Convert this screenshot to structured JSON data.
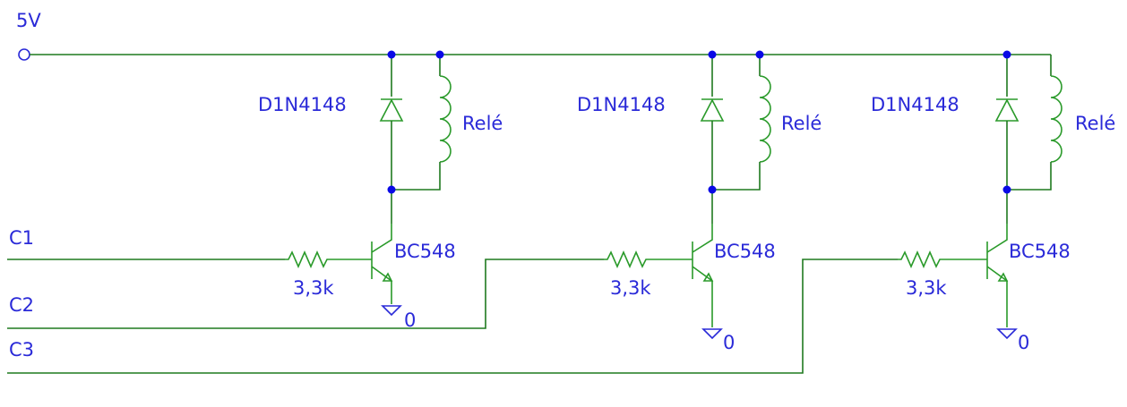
{
  "supply_label": "5V",
  "inputs": [
    {
      "label": "C1"
    },
    {
      "label": "C2"
    },
    {
      "label": "C3"
    }
  ],
  "stages": [
    {
      "diode": "D1N4148",
      "relay": "Relé",
      "transistor": "BC548",
      "resistor": "3,3k",
      "ground": "0"
    },
    {
      "diode": "D1N4148",
      "relay": "Relé",
      "transistor": "BC548",
      "resistor": "3,3k",
      "ground": "0"
    },
    {
      "diode": "D1N4148",
      "relay": "Relé",
      "transistor": "BC548",
      "resistor": "3,3k",
      "ground": "0"
    }
  ],
  "colors": {
    "wire": "#1f7a1f",
    "component": "#2a9a2a",
    "label": "#2a2ad8",
    "junction": "#0a0ae6"
  }
}
